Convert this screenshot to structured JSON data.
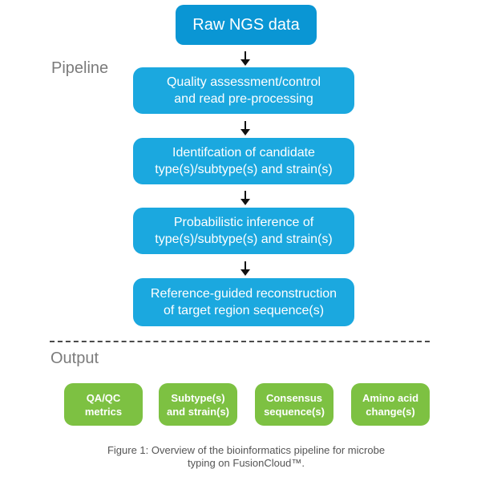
{
  "input": {
    "label": "Raw NGS data"
  },
  "pipeline": {
    "heading": "Pipeline",
    "steps": [
      {
        "line1": "Quality assessment/control",
        "line2": "and read pre-processing"
      },
      {
        "line1": "Identifcation of candidate",
        "line2": "type(s)/subtype(s) and strain(s)"
      },
      {
        "line1": "Probabilistic inference of",
        "line2": "type(s)/subtype(s) and strain(s)"
      },
      {
        "line1": "Reference-guided reconstruction",
        "line2": "of target region sequence(s)"
      }
    ]
  },
  "output": {
    "heading": "Output",
    "items": [
      {
        "line1": "QA/QC",
        "line2": "metrics"
      },
      {
        "line1": "Subtype(s)",
        "line2": "and strain(s)"
      },
      {
        "line1": "Consensus",
        "line2": "sequence(s)"
      },
      {
        "line1": "Amino acid",
        "line2": "change(s)"
      }
    ]
  },
  "caption": {
    "line1": "Figure 1:  Overview of the bioinformatics pipeline for microbe",
    "line2": "typing on FusionCloud™."
  },
  "colors": {
    "input_box": "#0a96d4",
    "pipeline_box": "#1ba8df",
    "output_box": "#7dc142",
    "heading_text": "#7b7b7b",
    "caption_text": "#555555"
  }
}
